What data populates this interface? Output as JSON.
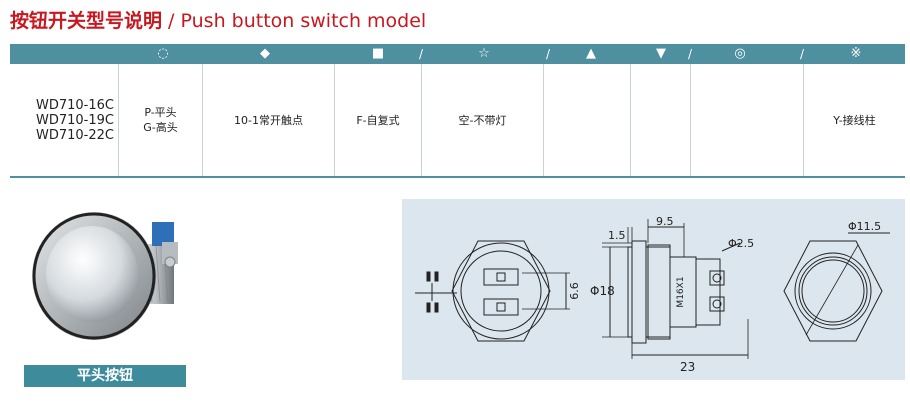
{
  "header": {
    "title_zh": "按钮开关型号说明",
    "title_sep": " / ",
    "title_en": "Push button switch model"
  },
  "table": {
    "header_symbols": [
      "◌",
      "◆",
      "■",
      "/",
      "☆",
      "/",
      "▲",
      "▼",
      "/",
      "◎",
      "/",
      "※"
    ],
    "models": [
      "WD710-16C",
      "WD710-19C",
      "WD710-22C"
    ],
    "head_types": [
      "P-平头",
      "G-高头"
    ],
    "contact": "10-1常开触点",
    "action": "F-自复式",
    "light": "空-不带灯",
    "terminal": "Y-接线柱"
  },
  "photo": {
    "caption": "平头按钮"
  },
  "drawing": {
    "dim_1_5": "1.5",
    "dim_9_5": "9.5",
    "dim_phi2_5": "Φ2.5",
    "dim_phi18": "Φ18",
    "dim_6_6": "6.6",
    "dim_m16": "M16X1",
    "dim_23": "23",
    "dim_phi11_5": "Φ11.5"
  },
  "colors": {
    "title_red": "#c8171e",
    "teal": "#4e8fa0",
    "drawing_bg": "#dbe6ee"
  }
}
